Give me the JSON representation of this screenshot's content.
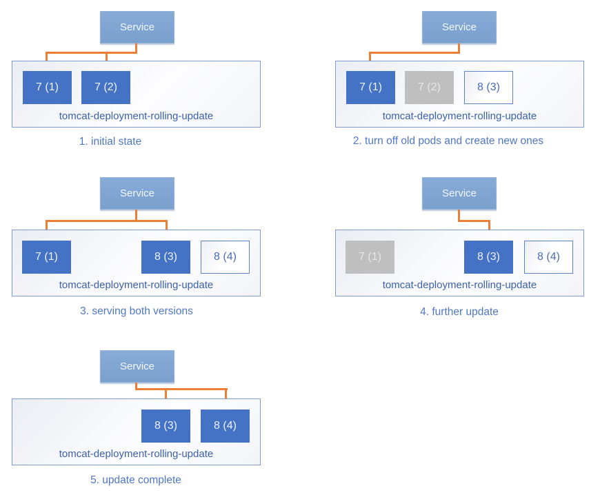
{
  "colors": {
    "pod_active": "#4472c4",
    "pod_terminating": "#bfbfbf",
    "pod_new_border": "#5b83cb",
    "service_fill": "#7fa5d1",
    "arrow": "#ec7f35",
    "deployment_label_text": "#3b60ac",
    "caption_text": "#4f77c5"
  },
  "panels": [
    {
      "caption": "1. initial state",
      "service": "Service",
      "deployment": "tomcat-deployment-rolling-update",
      "pods": [
        {
          "label": "7 (1)",
          "state": "active"
        },
        {
          "label": "7 (2)",
          "state": "active"
        }
      ]
    },
    {
      "caption": "2. turn off old pods and create new ones",
      "service": "Service",
      "deployment": "tomcat-deployment-rolling-update",
      "pods": [
        {
          "label": "7 (1)",
          "state": "active"
        },
        {
          "label": "7 (2)",
          "state": "terminating"
        },
        {
          "label": "8 (3)",
          "state": "new"
        }
      ]
    },
    {
      "caption": "3. serving both versions",
      "service": "Service",
      "deployment": "tomcat-deployment-rolling-update",
      "pods": [
        {
          "label": "7 (1)",
          "state": "active"
        },
        {
          "label": "8 (3)",
          "state": "active"
        },
        {
          "label": "8 (4)",
          "state": "new"
        }
      ]
    },
    {
      "caption": "4. further update",
      "service": "Service",
      "deployment": "tomcat-deployment-rolling-update",
      "pods": [
        {
          "label": "7 (1)",
          "state": "terminating"
        },
        {
          "label": "8 (3)",
          "state": "active"
        },
        {
          "label": "8 (4)",
          "state": "new"
        }
      ]
    },
    {
      "caption": "5. update complete",
      "service": "Service",
      "deployment": "tomcat-deployment-rolling-update",
      "pods": [
        {
          "label": "8 (3)",
          "state": "active"
        },
        {
          "label": "8 (4)",
          "state": "active"
        }
      ]
    }
  ]
}
